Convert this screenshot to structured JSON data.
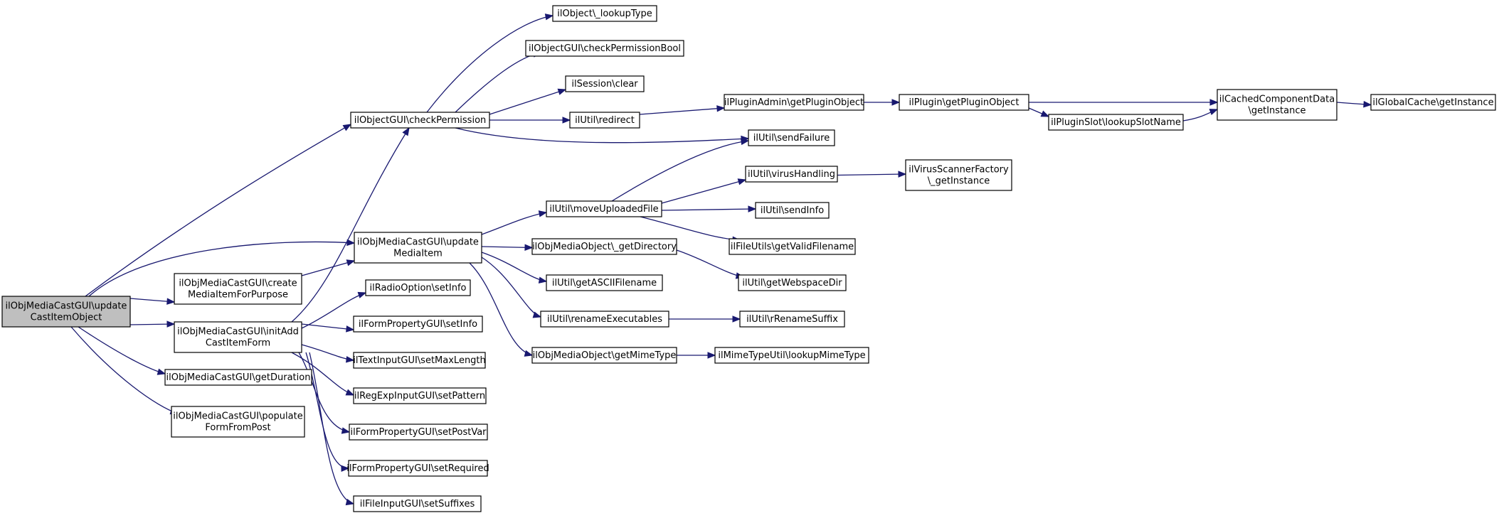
{
  "colors": {
    "edge": "#191970",
    "root_fill": "#bfbfbf",
    "node_fill": "#ffffff",
    "node_border": "#000000"
  },
  "nodes": [
    {
      "id": "root",
      "lines": [
        "ilObjMediaCastGUI\\update",
        "CastItemObject"
      ],
      "root": true
    },
    {
      "id": "checkPermission",
      "lines": [
        "ilObjectGUI\\checkPermission"
      ]
    },
    {
      "id": "updateMediaItem",
      "lines": [
        "ilObjMediaCastGUI\\update",
        "MediaItem"
      ]
    },
    {
      "id": "createMediaItem",
      "lines": [
        "ilObjMediaCastGUI\\create",
        "MediaItemForPurpose"
      ]
    },
    {
      "id": "initAdd",
      "lines": [
        "ilObjMediaCastGUI\\initAdd",
        "CastItemForm"
      ]
    },
    {
      "id": "getDuration",
      "lines": [
        "ilObjMediaCastGUI\\getDuration"
      ]
    },
    {
      "id": "populate",
      "lines": [
        "ilObjMediaCastGUI\\populate",
        "FormFromPost"
      ]
    },
    {
      "id": "lookupType",
      "lines": [
        "ilObject\\_lookupType"
      ]
    },
    {
      "id": "checkPermBool",
      "lines": [
        "ilObjectGUI\\checkPermissionBool"
      ]
    },
    {
      "id": "sessionClear",
      "lines": [
        "ilSession\\clear"
      ]
    },
    {
      "id": "redirect",
      "lines": [
        "ilUtil\\redirect"
      ]
    },
    {
      "id": "sendFailure",
      "lines": [
        "ilUtil\\sendFailure"
      ]
    },
    {
      "id": "pluginAdmin",
      "lines": [
        "ilPluginAdmin\\getPluginObject"
      ]
    },
    {
      "id": "pluginGet",
      "lines": [
        "ilPlugin\\getPluginObject"
      ]
    },
    {
      "id": "lookupSlot",
      "lines": [
        "ilPluginSlot\\lookupSlotName"
      ]
    },
    {
      "id": "cachedComp",
      "lines": [
        "ilCachedComponentData",
        "\\getInstance"
      ]
    },
    {
      "id": "globalCache",
      "lines": [
        "ilGlobalCache\\getInstance"
      ]
    },
    {
      "id": "moveUploaded",
      "lines": [
        "ilUtil\\moveUploadedFile"
      ]
    },
    {
      "id": "getDirectory",
      "lines": [
        "ilObjMediaObject\\_getDirectory"
      ]
    },
    {
      "id": "getASCII",
      "lines": [
        "ilUtil\\getASCIIFilename"
      ]
    },
    {
      "id": "renameExec",
      "lines": [
        "ilUtil\\renameExecutables"
      ]
    },
    {
      "id": "getMimeType",
      "lines": [
        "ilObjMediaObject\\getMimeType"
      ]
    },
    {
      "id": "virusHandling",
      "lines": [
        "ilUtil\\virusHandling"
      ]
    },
    {
      "id": "virusFactory",
      "lines": [
        "ilVirusScannerFactory",
        "\\_getInstance"
      ]
    },
    {
      "id": "sendInfo",
      "lines": [
        "ilUtil\\sendInfo"
      ]
    },
    {
      "id": "validFilename",
      "lines": [
        "ilFileUtils\\getValidFilename"
      ]
    },
    {
      "id": "webspaceDir",
      "lines": [
        "ilUtil\\getWebspaceDir"
      ]
    },
    {
      "id": "rRename",
      "lines": [
        "ilUtil\\rRenameSuffix"
      ]
    },
    {
      "id": "lookupMime",
      "lines": [
        "ilMimeTypeUtil\\lookupMimeType"
      ]
    },
    {
      "id": "radioSetInfo",
      "lines": [
        "ilRadioOption\\setInfo"
      ]
    },
    {
      "id": "formPropSetInfo",
      "lines": [
        "ilFormPropertyGUI\\setInfo"
      ]
    },
    {
      "id": "textMaxLen",
      "lines": [
        "ilTextInputGUI\\setMaxLength"
      ]
    },
    {
      "id": "regexpPattern",
      "lines": [
        "ilRegExpInputGUI\\setPattern"
      ]
    },
    {
      "id": "postVar",
      "lines": [
        "ilFormPropertyGUI\\setPostVar"
      ]
    },
    {
      "id": "required",
      "lines": [
        "ilFormPropertyGUI\\setRequired"
      ]
    },
    {
      "id": "suffixes",
      "lines": [
        "ilFileInputGUI\\setSuffixes"
      ]
    }
  ],
  "edges": [
    [
      "root",
      "checkPermission"
    ],
    [
      "root",
      "updateMediaItem"
    ],
    [
      "root",
      "createMediaItem"
    ],
    [
      "root",
      "initAdd"
    ],
    [
      "root",
      "getDuration"
    ],
    [
      "root",
      "populate"
    ],
    [
      "checkPermission",
      "lookupType"
    ],
    [
      "checkPermission",
      "checkPermBool"
    ],
    [
      "checkPermission",
      "sessionClear"
    ],
    [
      "checkPermission",
      "redirect"
    ],
    [
      "checkPermission",
      "sendFailure"
    ],
    [
      "redirect",
      "pluginAdmin"
    ],
    [
      "pluginAdmin",
      "pluginGet"
    ],
    [
      "pluginGet",
      "cachedComp"
    ],
    [
      "pluginGet",
      "lookupSlot"
    ],
    [
      "lookupSlot",
      "cachedComp"
    ],
    [
      "cachedComp",
      "globalCache"
    ],
    [
      "createMediaItem",
      "updateMediaItem"
    ],
    [
      "initAdd",
      "checkPermission"
    ],
    [
      "updateMediaItem",
      "moveUploaded"
    ],
    [
      "updateMediaItem",
      "getDirectory"
    ],
    [
      "updateMediaItem",
      "getASCII"
    ],
    [
      "updateMediaItem",
      "renameExec"
    ],
    [
      "updateMediaItem",
      "getMimeType"
    ],
    [
      "moveUploaded",
      "sendFailure"
    ],
    [
      "moveUploaded",
      "virusHandling"
    ],
    [
      "moveUploaded",
      "sendInfo"
    ],
    [
      "moveUploaded",
      "validFilename"
    ],
    [
      "virusHandling",
      "virusFactory"
    ],
    [
      "getDirectory",
      "webspaceDir"
    ],
    [
      "renameExec",
      "rRename"
    ],
    [
      "getMimeType",
      "lookupMime"
    ],
    [
      "initAdd",
      "radioSetInfo"
    ],
    [
      "initAdd",
      "formPropSetInfo"
    ],
    [
      "initAdd",
      "textMaxLen"
    ],
    [
      "initAdd",
      "regexpPattern"
    ],
    [
      "initAdd",
      "postVar"
    ],
    [
      "initAdd",
      "required"
    ],
    [
      "initAdd",
      "suffixes"
    ]
  ]
}
